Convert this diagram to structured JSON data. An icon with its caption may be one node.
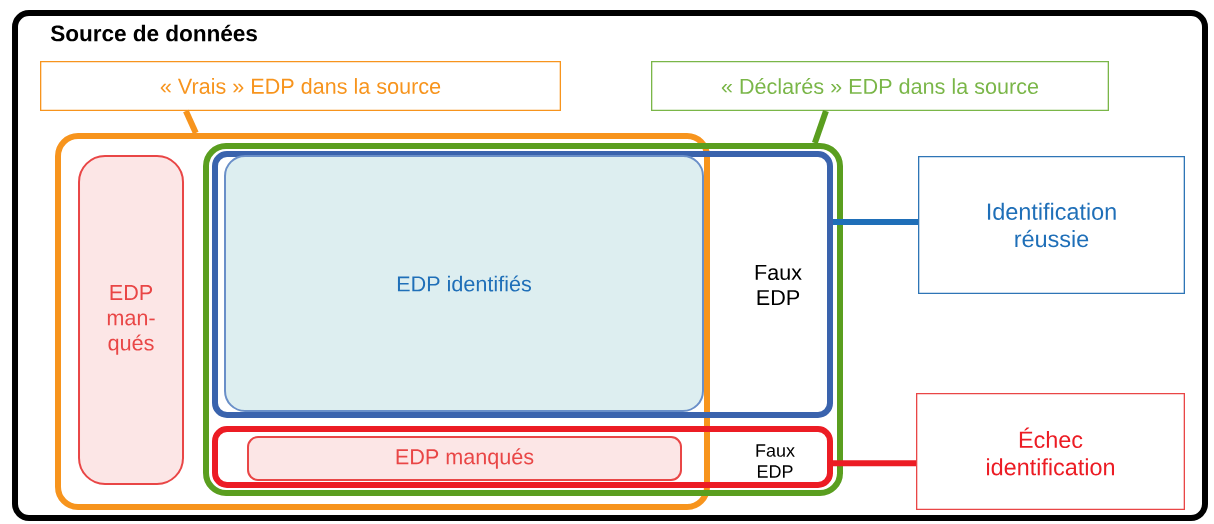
{
  "diagram": {
    "nodes": [
      {
        "text": [
          "Source de données"
        ]
      },
      {
        "text": [
          "« Vrais » EDP dans la source"
        ],
        "in": 0
      },
      {
        "text": [
          "« Déclarés » EDP dans la source"
        ],
        "in": 0
      },
      {
        "text": [],
        "shape": "box",
        "in": 0
      },
      {
        "text": [
          "EDP man- qués"
        ],
        "in": 3
      },
      {
        "text": [],
        "shape": "box",
        "in": 0
      },
      {
        "text": [
          "Faux EDP"
        ],
        "in": 5
      },
      {
        "text": [
          "EDP identifiés"
        ],
        "in": 6
      },
      {
        "text": [
          "Faux EDP"
        ],
        "in": 5
      },
      {
        "text": [
          "EDP manqués"
        ],
        "in": 8
      },
      {
        "text": [
          "Identification réussie"
        ],
        "in": 0
      },
      {
        "text": [
          "Échec identification"
        ],
        "in": 0
      }
    ],
    "edges": [
      {
        "from": 1,
        "to": 3,
        "arrow": "none",
        "color": "#f7941d"
      },
      {
        "from": 2,
        "to": 5,
        "arrow": "none",
        "color": "#5a9e1f"
      },
      {
        "from": 6,
        "to": 10,
        "arrow": "none",
        "color": "#1f6fb8"
      },
      {
        "from": 8,
        "to": 11,
        "arrow": "none",
        "color": "#ec1c24"
      }
    ]
  }
}
